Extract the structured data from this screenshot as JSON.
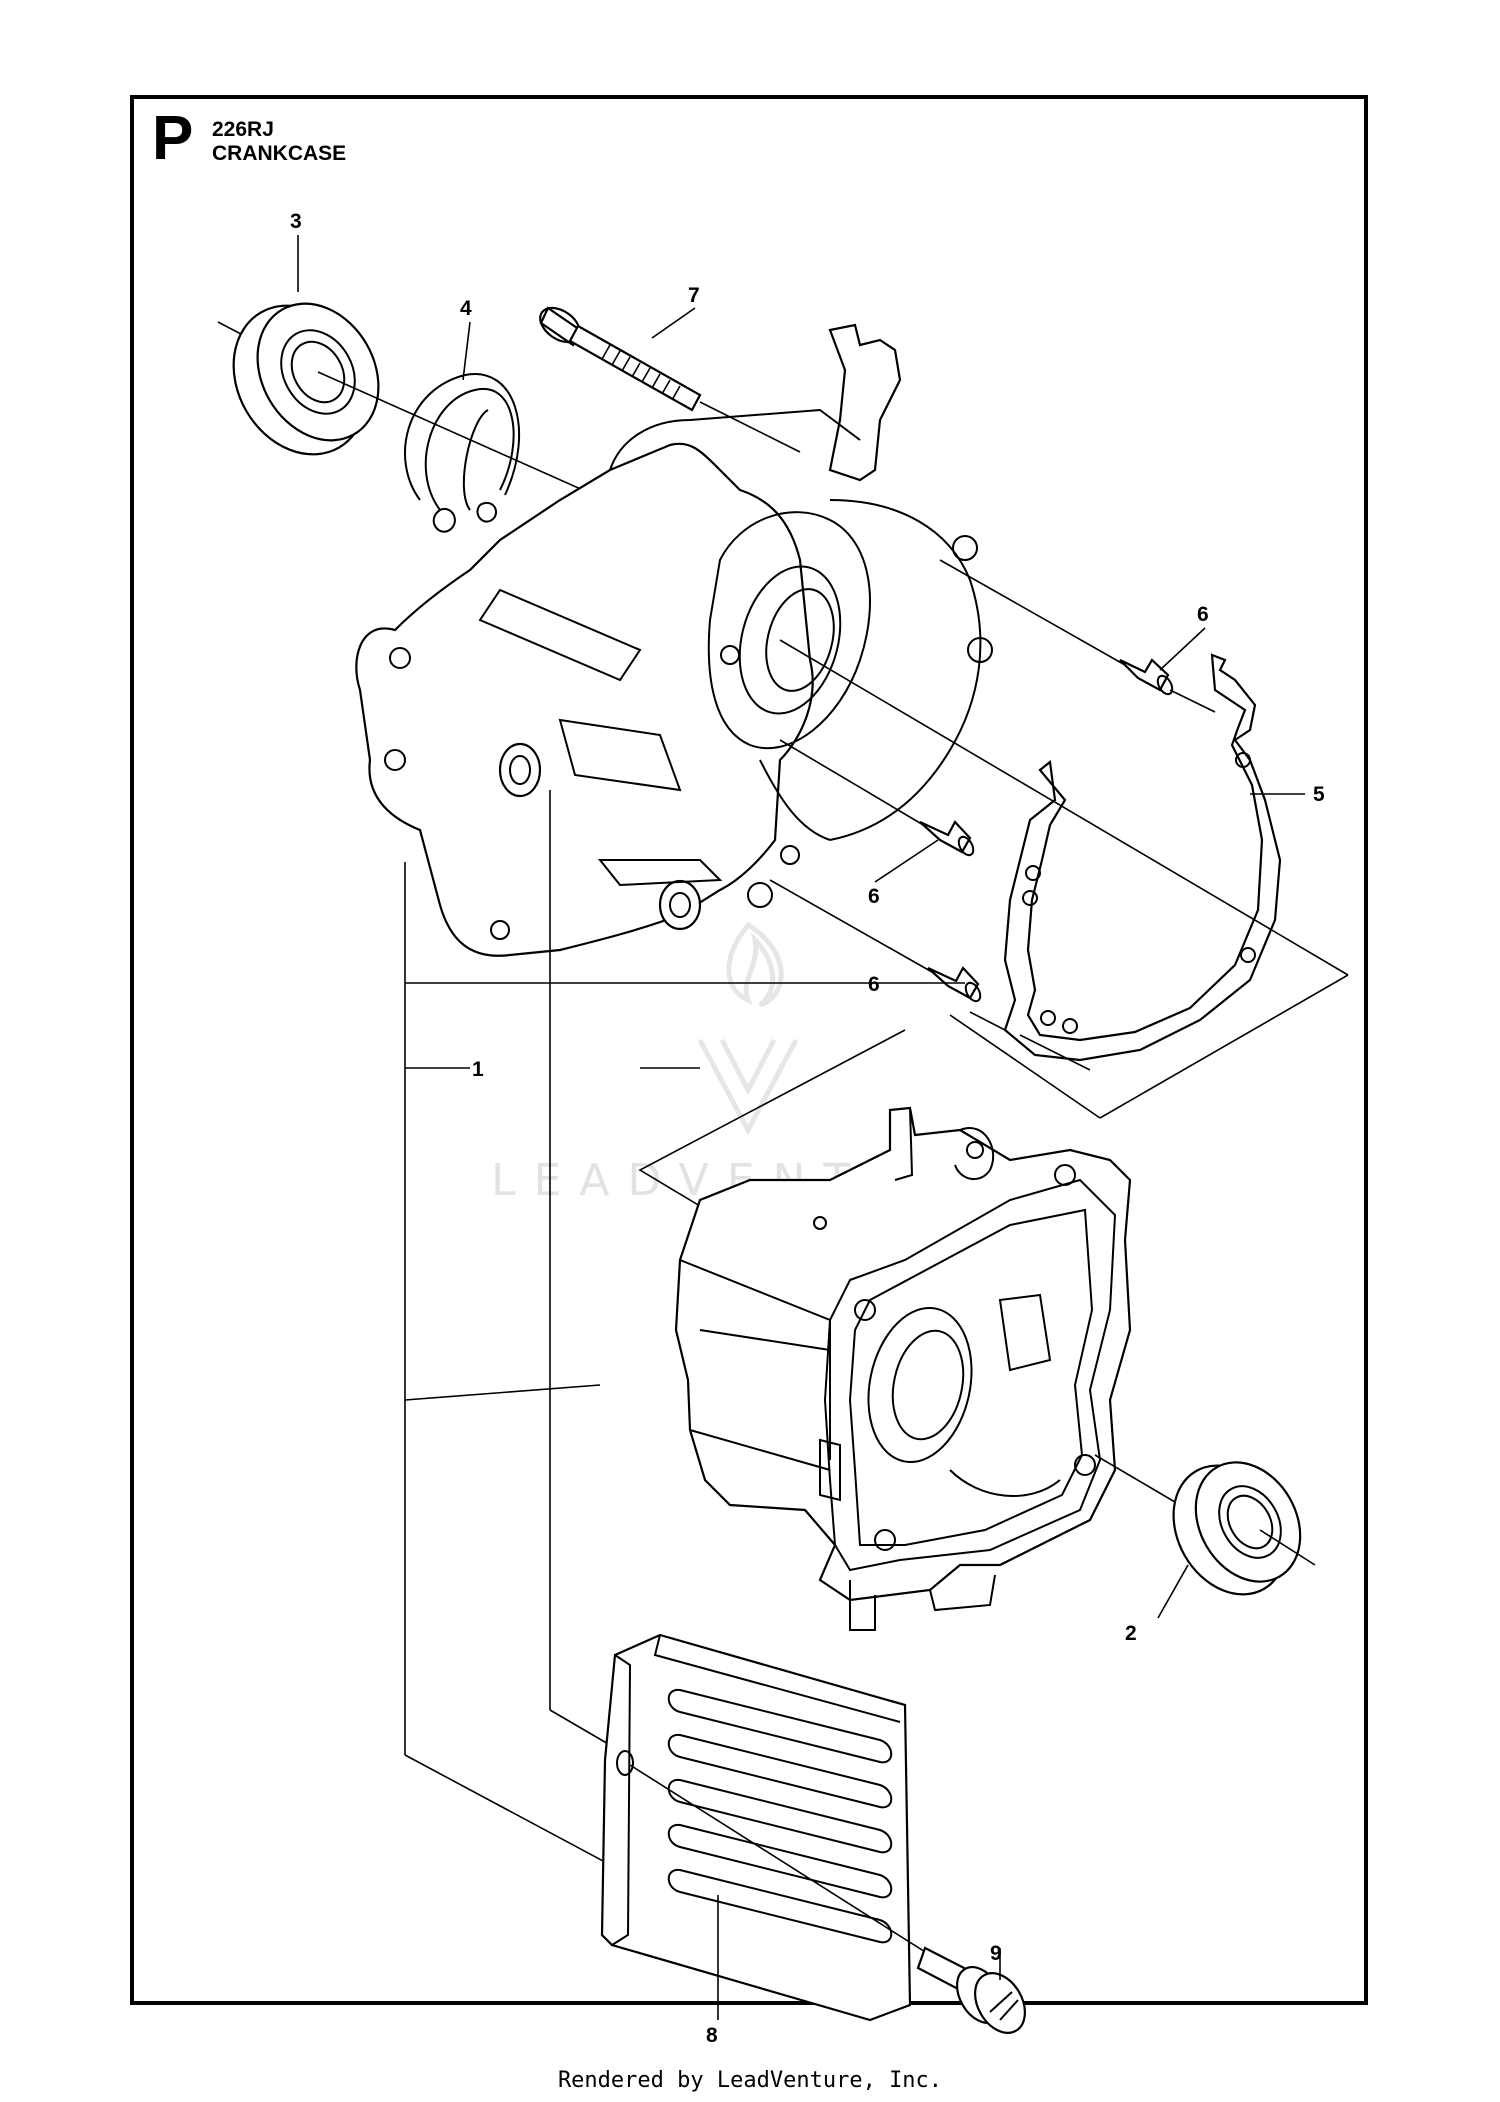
{
  "section_letter": "P",
  "model": "226RJ",
  "section_name": "CRANKCASE",
  "callouts": [
    {
      "id": "callout-3",
      "label": "3"
    },
    {
      "id": "callout-4",
      "label": "4"
    },
    {
      "id": "callout-7",
      "label": "7"
    },
    {
      "id": "callout-6a",
      "label": "6"
    },
    {
      "id": "callout-5",
      "label": "5"
    },
    {
      "id": "callout-6b",
      "label": "6"
    },
    {
      "id": "callout-6c",
      "label": "6"
    },
    {
      "id": "callout-1",
      "label": "1"
    },
    {
      "id": "callout-2",
      "label": "2"
    },
    {
      "id": "callout-9",
      "label": "9"
    },
    {
      "id": "callout-8",
      "label": "8"
    }
  ],
  "watermark": "LEADVENTURE",
  "footer": "Rendered by LeadVenture, Inc."
}
